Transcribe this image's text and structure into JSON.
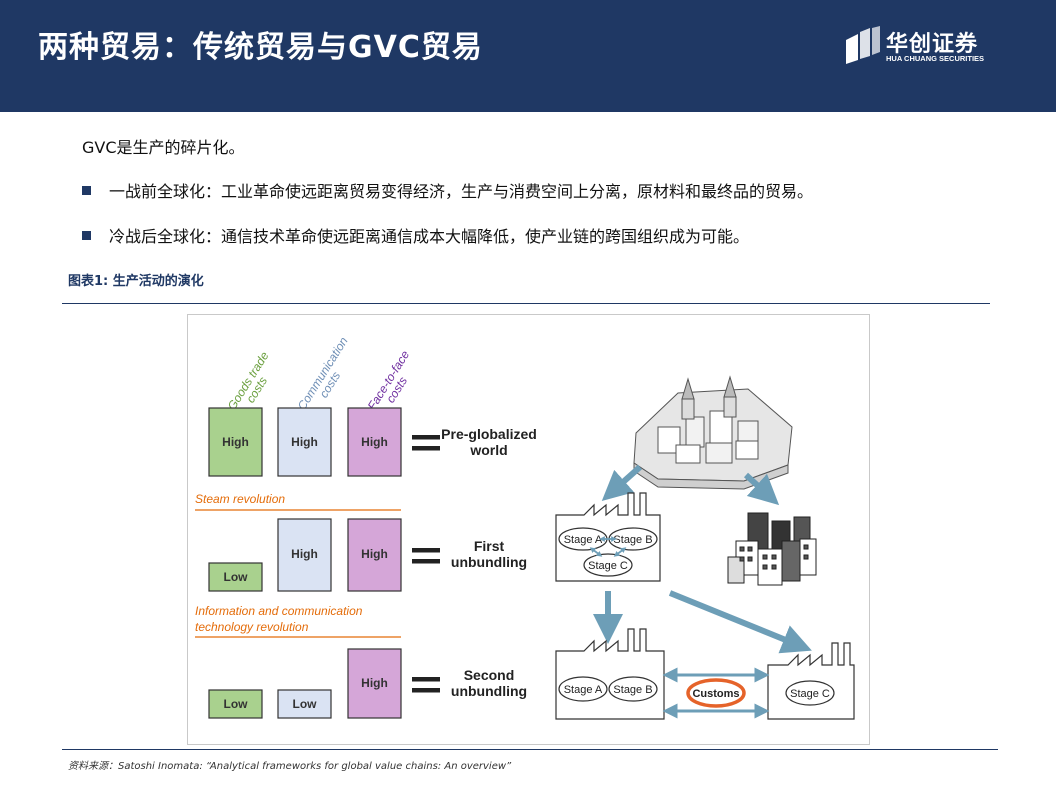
{
  "header": {
    "title": "两种贸易：传统贸易与GVC贸易",
    "logo_cn": "华创证券",
    "logo_en": "HUA CHUANG SECURITIES"
  },
  "intro": "GVC是生产的碎片化。",
  "bullets": [
    "一战前全球化：工业革命使远距离贸易变得经济，生产与消费空间上分离，原材料和最终品的贸易。",
    "冷战后全球化：通信技术革命使远距离通信成本大幅降低，使产业链的跨国组织成为可能。"
  ],
  "figure": {
    "label": "图表1:",
    "caption": "生产活动的演化",
    "columns": [
      "Goods trade costs",
      "Communication costs",
      "Face-to-face costs"
    ],
    "column_lines": [
      [
        "Goods trade",
        "costs"
      ],
      [
        "Communication",
        "costs"
      ],
      [
        "Face-to-face",
        "costs"
      ]
    ],
    "rows": [
      {
        "values": [
          "High",
          "High",
          "High"
        ],
        "result": [
          "Pre-globalized",
          "world"
        ]
      },
      {
        "values": [
          "Low",
          "High",
          "High"
        ],
        "result": [
          "First",
          "unbundling"
        ]
      },
      {
        "values": [
          "Low",
          "Low",
          "High"
        ],
        "result": [
          "Second",
          "unbundling"
        ]
      }
    ],
    "revolutions": [
      [
        "Steam revolution"
      ],
      [
        "Information and communication",
        "technology revolution"
      ]
    ],
    "stages": [
      "Stage A",
      "Stage B",
      "Stage C"
    ],
    "customs": "Customs",
    "colors": {
      "goods": "#a9d18e",
      "comm": "#dae3f3",
      "face": "#d5a6d8",
      "goods_label": "#6a9f3e",
      "comm_label": "#6f8fb6",
      "face_label": "#7030a0",
      "revolution": "#e46c0a",
      "arrow": "#6d9eb7",
      "customs": "#e5632a",
      "brand": "#1f3864"
    }
  },
  "source": "资料来源：Satoshi Inomata: “Analytical frameworks for global value chains: An overview”"
}
